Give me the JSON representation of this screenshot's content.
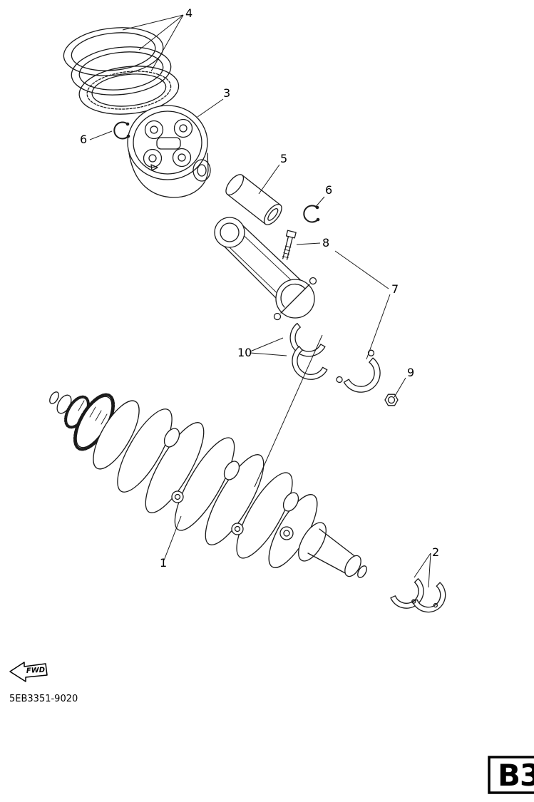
{
  "diagram": {
    "callouts": [
      {
        "label": "1"
      },
      {
        "label": "2"
      },
      {
        "label": "3"
      },
      {
        "label": "4"
      },
      {
        "label": "5"
      },
      {
        "label": "6"
      },
      {
        "label": "6"
      },
      {
        "label": "7"
      },
      {
        "label": "8"
      },
      {
        "label": "9"
      },
      {
        "label": "10"
      }
    ],
    "footer": {
      "fwd_label": "FWD",
      "part_number": "5EB3351-9020"
    },
    "page_code": "B3"
  }
}
